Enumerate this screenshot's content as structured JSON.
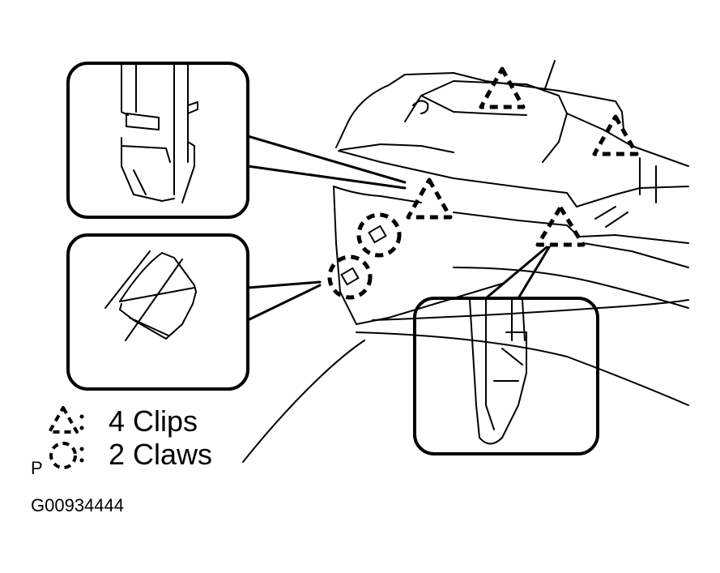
{
  "legend": {
    "clips_label": "4 Clips",
    "claws_label": "2 Claws",
    "claws_prefix": "P",
    "triangle_icon": "dashed-triangle-icon",
    "circle_icon": "dashed-circle-icon"
  },
  "figure_code": "G00934444",
  "colors": {
    "line": "#000000",
    "background": "#ffffff"
  }
}
